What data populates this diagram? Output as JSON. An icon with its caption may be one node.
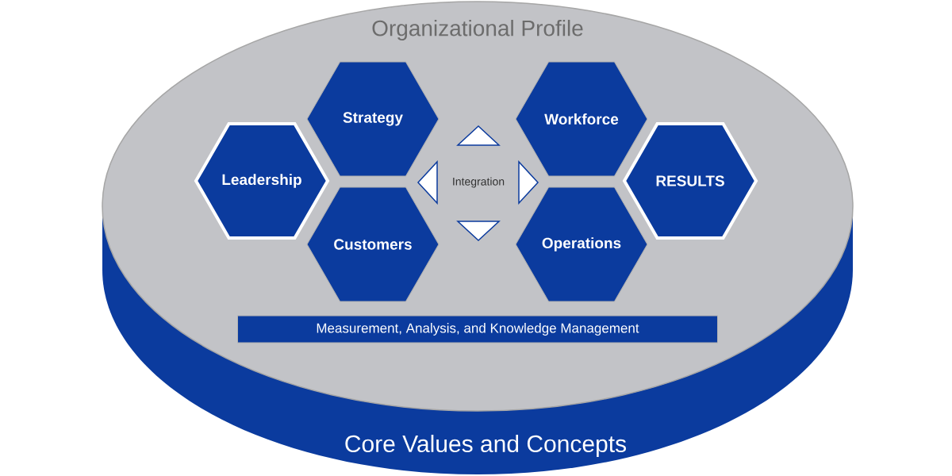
{
  "diagram": {
    "nodes": [
      {
        "text": [
          "Organizational Profile"
        ]
      },
      {
        "text": [
          "Leadership"
        ],
        "in": 0
      },
      {
        "text": [
          "Strategy"
        ],
        "in": 0
      },
      {
        "text": [
          "Customers"
        ],
        "in": 0
      },
      {
        "text": [
          "Integration"
        ],
        "in": 0
      },
      {
        "text": [
          "Workforce"
        ],
        "in": 0
      },
      {
        "text": [
          "Operations"
        ],
        "in": 0
      },
      {
        "text": [
          "RESULTS"
        ],
        "in": 0
      },
      {
        "text": [
          "Measurement, Analysis, and Knowledge Management"
        ]
      },
      {
        "text": [
          "Core Values and Concepts"
        ]
      },
      {
        "text": [],
        "shape": "triangle",
        "in": 0
      },
      {
        "text": [],
        "shape": "triangle",
        "in": 0
      },
      {
        "text": [],
        "shape": "triangle",
        "in": 0
      },
      {
        "text": [],
        "shape": "triangle"
      }
    ]
  }
}
